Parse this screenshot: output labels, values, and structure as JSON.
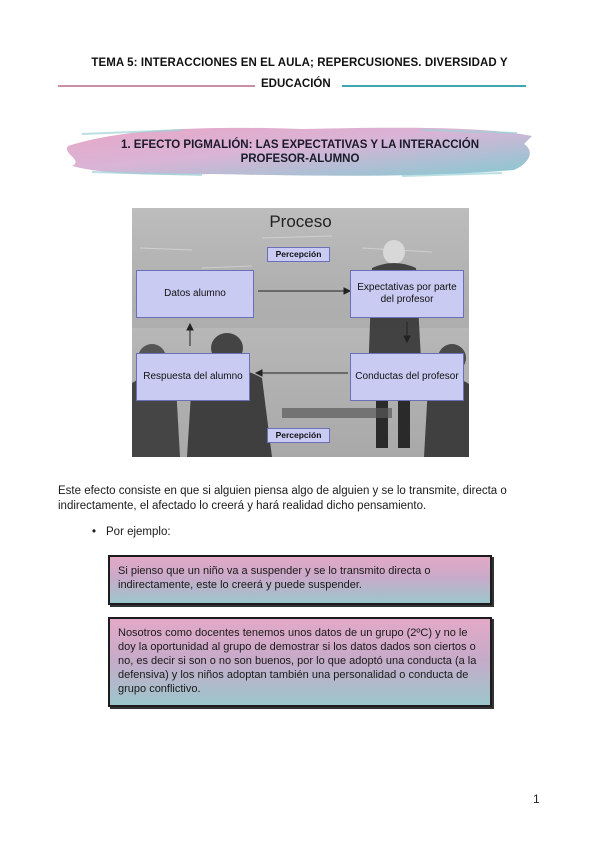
{
  "header": {
    "line1": "TEMA 5: INTERACCIONES EN EL AULA; REPERCUSIONES. DIVERSIDAD Y",
    "line2": "EDUCACIÓN",
    "rule_left_color": "#c98fa6",
    "rule_right_color": "#3ea7ad"
  },
  "section": {
    "title_line1": "1. EFECTO PIGMALIÓN: LAS EXPECTATIVAS Y LA INTERACCIÓN",
    "title_line2": "PROFESOR-ALUMNO",
    "banner_colors": [
      "#e7a2c3",
      "#7fc6cf"
    ]
  },
  "diagram": {
    "title": "Proceso",
    "tag_top": "Percepción",
    "tag_bottom": "Percepción",
    "box_datos": "Datos alumno",
    "box_expectativas": "Expectativas por parte del profesor",
    "box_respuesta": "Respuesta del alumno",
    "box_conductas": "Conductas del profesor",
    "box_color": "#c9cbf3"
  },
  "body": {
    "paragraph": "Este efecto consiste en que si alguien piensa algo de alguien y se lo transmite, directa o indirectamente, el afectado lo creerá y hará realidad dicho pensamiento.",
    "bullet_marker": "•",
    "bullet": "Por ejemplo:"
  },
  "examples": {
    "example1": "Si pienso que un niño va a suspender y se lo transmito directa o indirectamente, este lo creerá y puede suspender.",
    "example2": "Nosotros como docentes tenemos unos datos de un grupo (2ºC) y no le doy la oportunidad al grupo de demostrar si los datos dados son ciertos o no, es decir si son o no son buenos, por lo que adoptó una conducta (a la defensiva) y los niños adoptan también una personalidad o conducta de grupo conflictivo."
  },
  "page_number": "1"
}
